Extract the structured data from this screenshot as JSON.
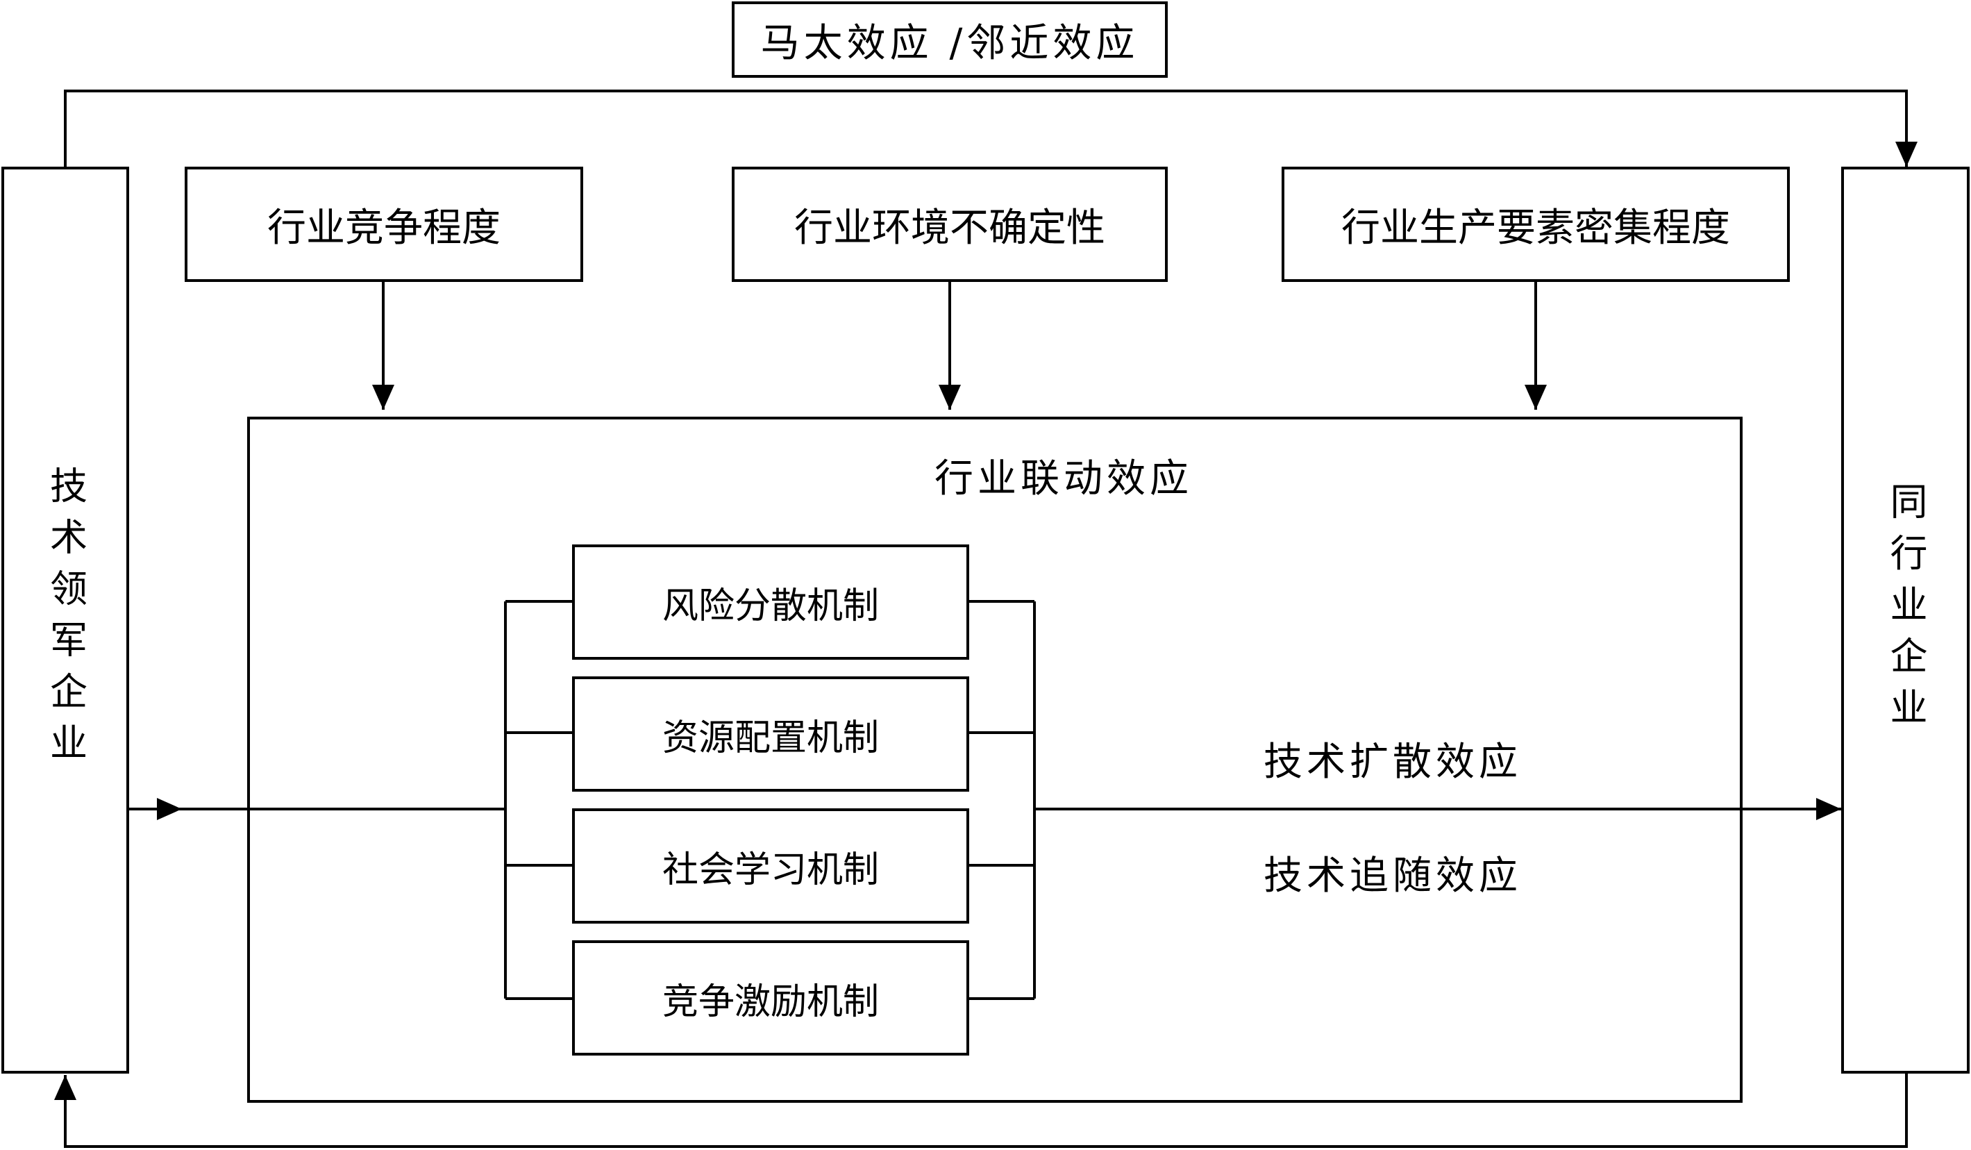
{
  "top_effect": "马太效应 /邻近效应",
  "left_actor": "技术领军企业",
  "right_actor": "同行业企业",
  "moderators": [
    "行业竞争程度",
    "行业环境不确定性",
    "行业生产要素密集程度"
  ],
  "center": {
    "title": "行业联动效应",
    "mechanisms": [
      "风险分散机制",
      "资源配置机制",
      "社会学习机制",
      "竞争激励机制"
    ],
    "effects": [
      "技术扩散效应",
      "技术追随效应"
    ]
  }
}
